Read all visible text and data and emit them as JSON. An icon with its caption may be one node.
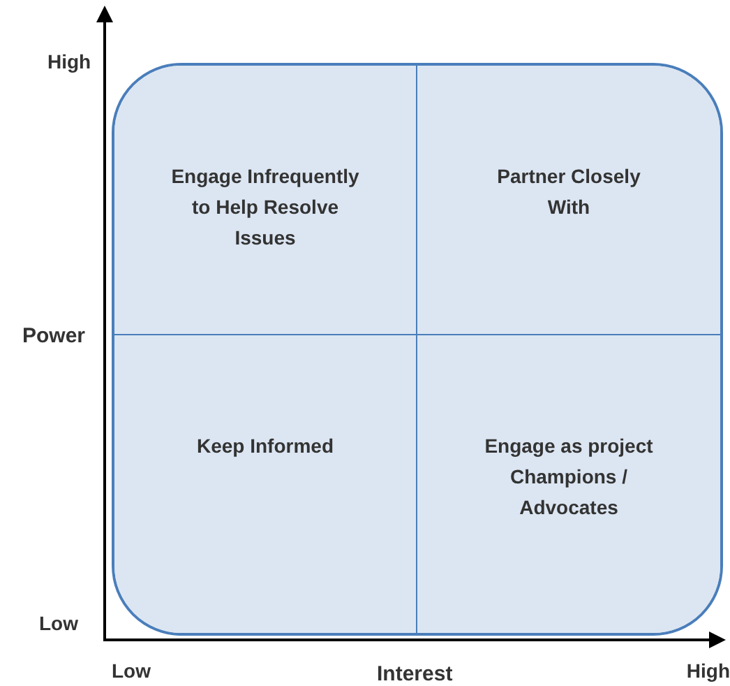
{
  "diagram": {
    "nodes": [
      {
        "text": [
          "Engage Infrequently to Help Resolve Issues"
        ]
      },
      {
        "text": [
          "Partner Closely With"
        ]
      },
      {
        "text": [
          "Keep Informed"
        ]
      },
      {
        "text": [
          "Engage as project Champions / Advocates"
        ]
      }
    ],
    "labels": [
      "High",
      "Power",
      "Low",
      "Low",
      "Interest",
      "High"
    ]
  }
}
